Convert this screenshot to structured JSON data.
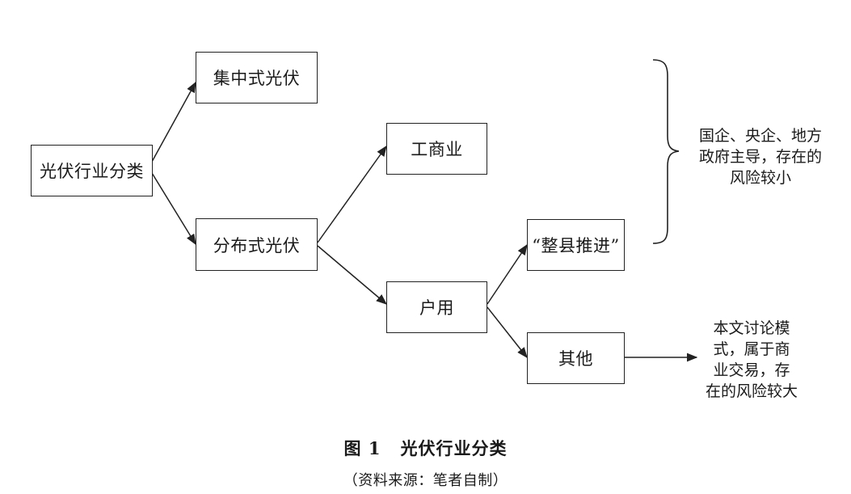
{
  "diagram": {
    "root": "光伏行业分类",
    "centralized": "集中式光伏",
    "distributed": "分布式光伏",
    "commercial": "工商业",
    "household": "户用",
    "county": "“整县推进”",
    "other": "其他",
    "note_top": "国企、央企、地方\n政府主导，存在的\n风险较小",
    "note_bottom": "本文讨论模\n式，属于商\n业交易，存\n在的风险较大"
  },
  "caption": {
    "figure_number": "图 1",
    "title": "光伏行业分类",
    "source": "（资料来源：笔者自制）"
  }
}
